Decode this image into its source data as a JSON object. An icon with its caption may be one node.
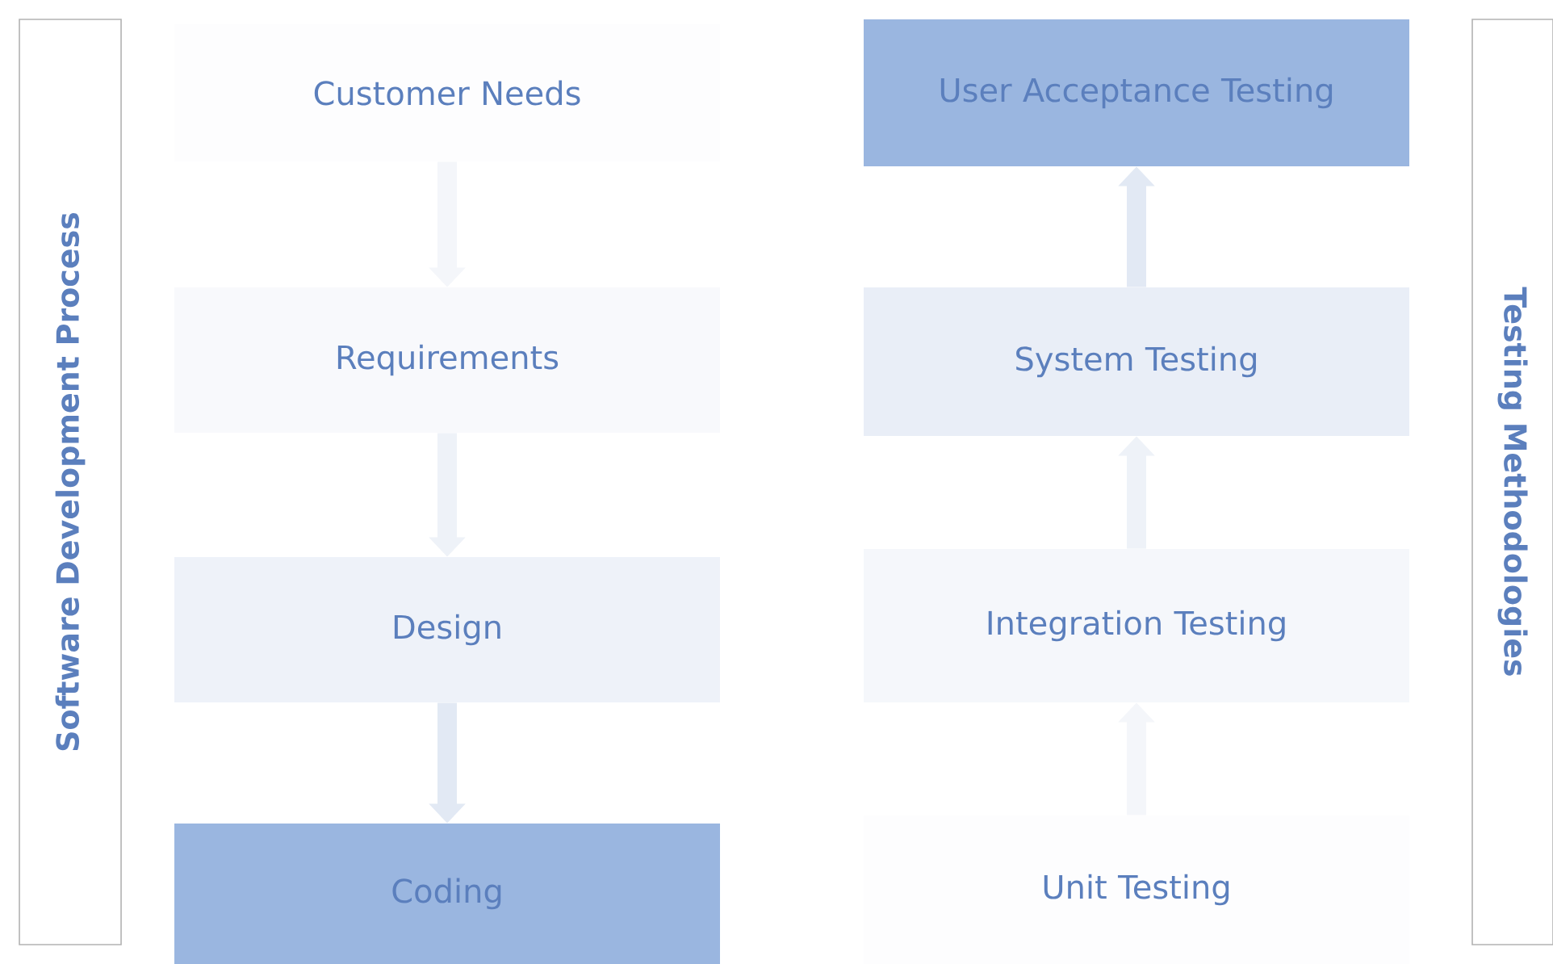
{
  "diagram": {
    "nodes": [
      {
        "text": [
          "Software Development Process"
        ]
      },
      {
        "text": [
          "Customer Needs"
        ]
      },
      {
        "text": [
          "Requirements"
        ]
      },
      {
        "text": [
          "Design"
        ]
      },
      {
        "text": [
          "Coding"
        ]
      },
      {
        "text": [
          "User Acceptance Testing"
        ]
      },
      {
        "text": [
          "System Testing"
        ]
      },
      {
        "text": [
          "Integration Testing"
        ]
      },
      {
        "text": [
          "Unit Testing"
        ]
      },
      {
        "text": [
          "Testing Methodologies"
        ]
      }
    ],
    "edges": [
      {
        "from": 1,
        "to": 2,
        "arrow": "to"
      },
      {
        "from": 2,
        "to": 3,
        "arrow": "to"
      },
      {
        "from": 3,
        "to": 4,
        "arrow": "to"
      },
      {
        "from": 8,
        "to": 7,
        "arrow": "to"
      },
      {
        "from": 7,
        "to": 6,
        "arrow": "to"
      },
      {
        "from": 6,
        "to": 5,
        "arrow": "to"
      }
    ]
  }
}
